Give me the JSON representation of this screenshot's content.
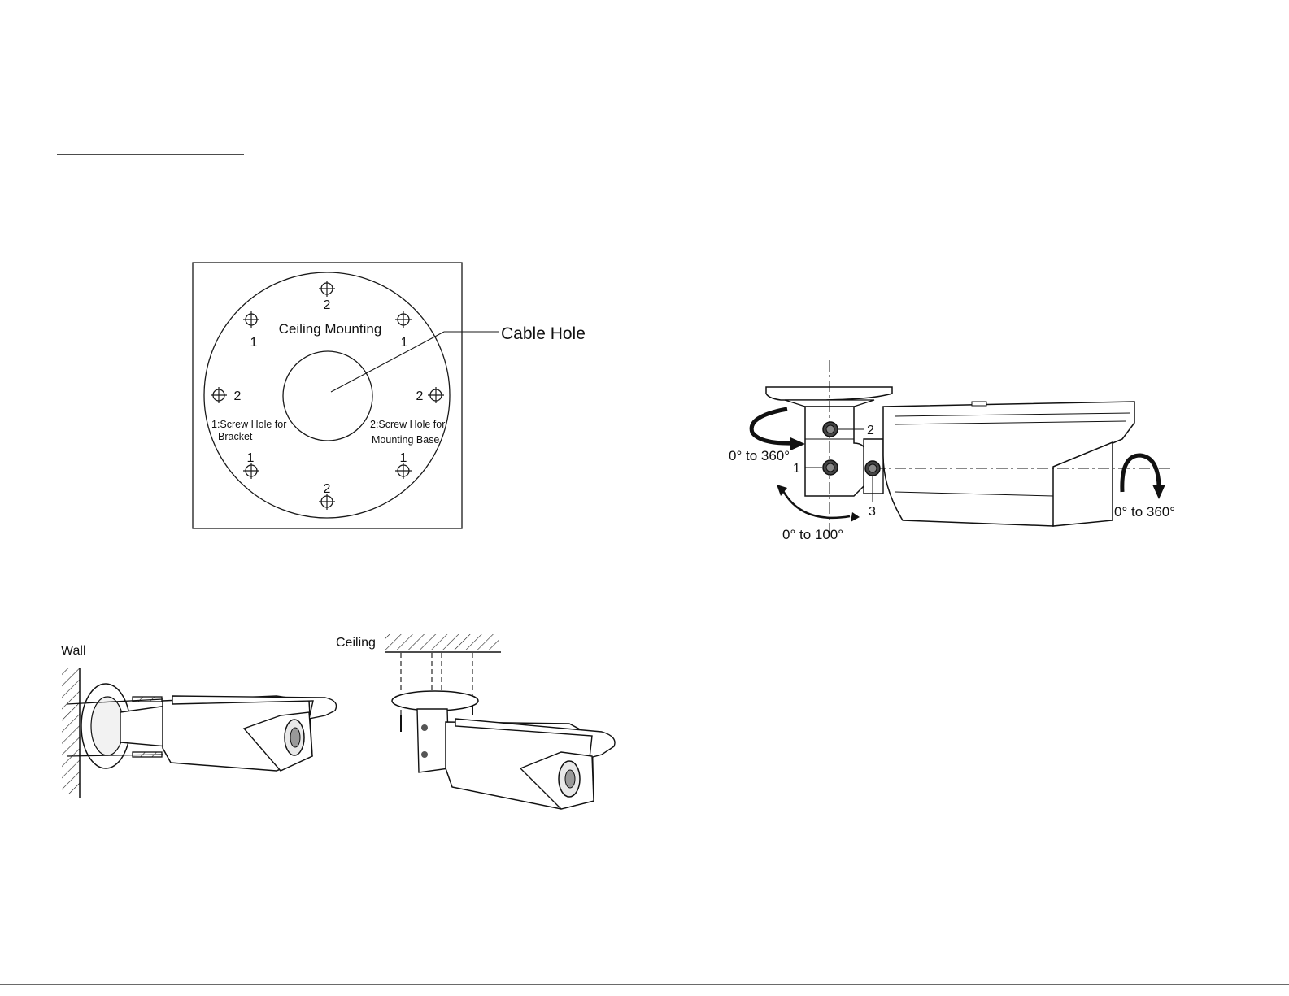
{
  "template": {
    "title": "Ceiling Mounting",
    "cable_hole": "Cable Hole",
    "legend_1": [
      "1:Screw Hole for",
      "Bracket"
    ],
    "legend_2": [
      "2:Screw Hole for",
      "Mounting Base"
    ],
    "hole_labels": {
      "top": "2",
      "top_left": "1",
      "top_right": "1",
      "left": "2",
      "right": "2",
      "bottom_left": "1",
      "bottom_right": "1",
      "bottom": "2"
    }
  },
  "installation": {
    "wall_label": "Wall",
    "ceiling_label": "Ceiling"
  },
  "adjustment": {
    "screw_1": "1",
    "screw_2": "2",
    "screw_3": "3",
    "pan_range": "0° to 360°",
    "tilt_range": "0° to 100°",
    "rotation_range": "0° to 360°"
  },
  "colors": {
    "line": "#1a1a1a",
    "background": "#ffffff"
  }
}
